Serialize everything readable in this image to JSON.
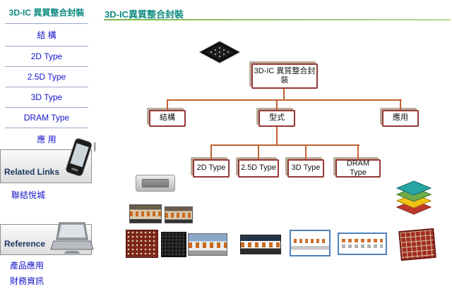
{
  "page": {
    "title": "3D-IC異質整合封裝"
  },
  "sidebar": {
    "title": "3D-IC 異質整合封裝",
    "items": [
      {
        "label": "結 構"
      },
      {
        "label": "2D Type"
      },
      {
        "label": "2.5D Type"
      },
      {
        "label": "3D Type"
      },
      {
        "label": "DRAM Type"
      },
      {
        "label": "應 用"
      }
    ],
    "related_links": {
      "label": "Related Links",
      "link": "聯結悅城"
    },
    "reference": {
      "label": "Reference",
      "links": [
        {
          "label": "產品應用"
        },
        {
          "label": "財務資訊"
        }
      ]
    }
  },
  "tree": {
    "root": "3D-IC 異質整合封裝",
    "level2": [
      {
        "label": "結構"
      },
      {
        "label": "型式"
      },
      {
        "label": "應用"
      }
    ],
    "level3": [
      {
        "label": "2D Type"
      },
      {
        "label": "2.5D Type"
      },
      {
        "label": "3D Type"
      },
      {
        "label": "DRAM Type"
      }
    ]
  },
  "icons": {
    "phone": "phone-icon",
    "laptop": "laptop-icon",
    "chip": "chip-image",
    "layer_stack": "layer-stack-image"
  },
  "colors": {
    "accent_teal": "#0d8a7f",
    "link_blue": "#1414cc",
    "node_border": "#953735",
    "node_shadow": "#b9ab9b",
    "connector": "#c0622f",
    "title_rule_green": "#7ab648"
  }
}
